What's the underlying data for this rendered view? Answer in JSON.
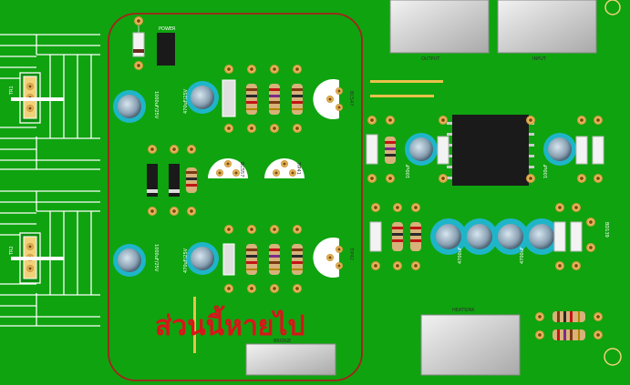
{
  "annotation": {
    "text": "ส่วนนี้หายไป",
    "color": "#d8141a"
  },
  "labels": {
    "power": "POWER",
    "output": "OUTPUT",
    "input": "INPUT",
    "bridge": "BRIDGE",
    "trans1": "TR1",
    "trans2": "TR2",
    "cap_a": "1000uF/25V",
    "cap_b": "470uF/25V",
    "cap_c": "4700uF",
    "cap_d": "100uF",
    "q1": "BC547",
    "q2": "BC557",
    "q3": "TIP41",
    "q4": "TIP42",
    "q5": "BD139",
    "hs": "HEATSINK"
  },
  "colors": {
    "board": "#0fa30f",
    "silk": "#ffffff",
    "pad": "#d9a64a",
    "cap": "#1fb5c9",
    "ic": "#1a1a1a",
    "highlight": "#a8201c"
  }
}
